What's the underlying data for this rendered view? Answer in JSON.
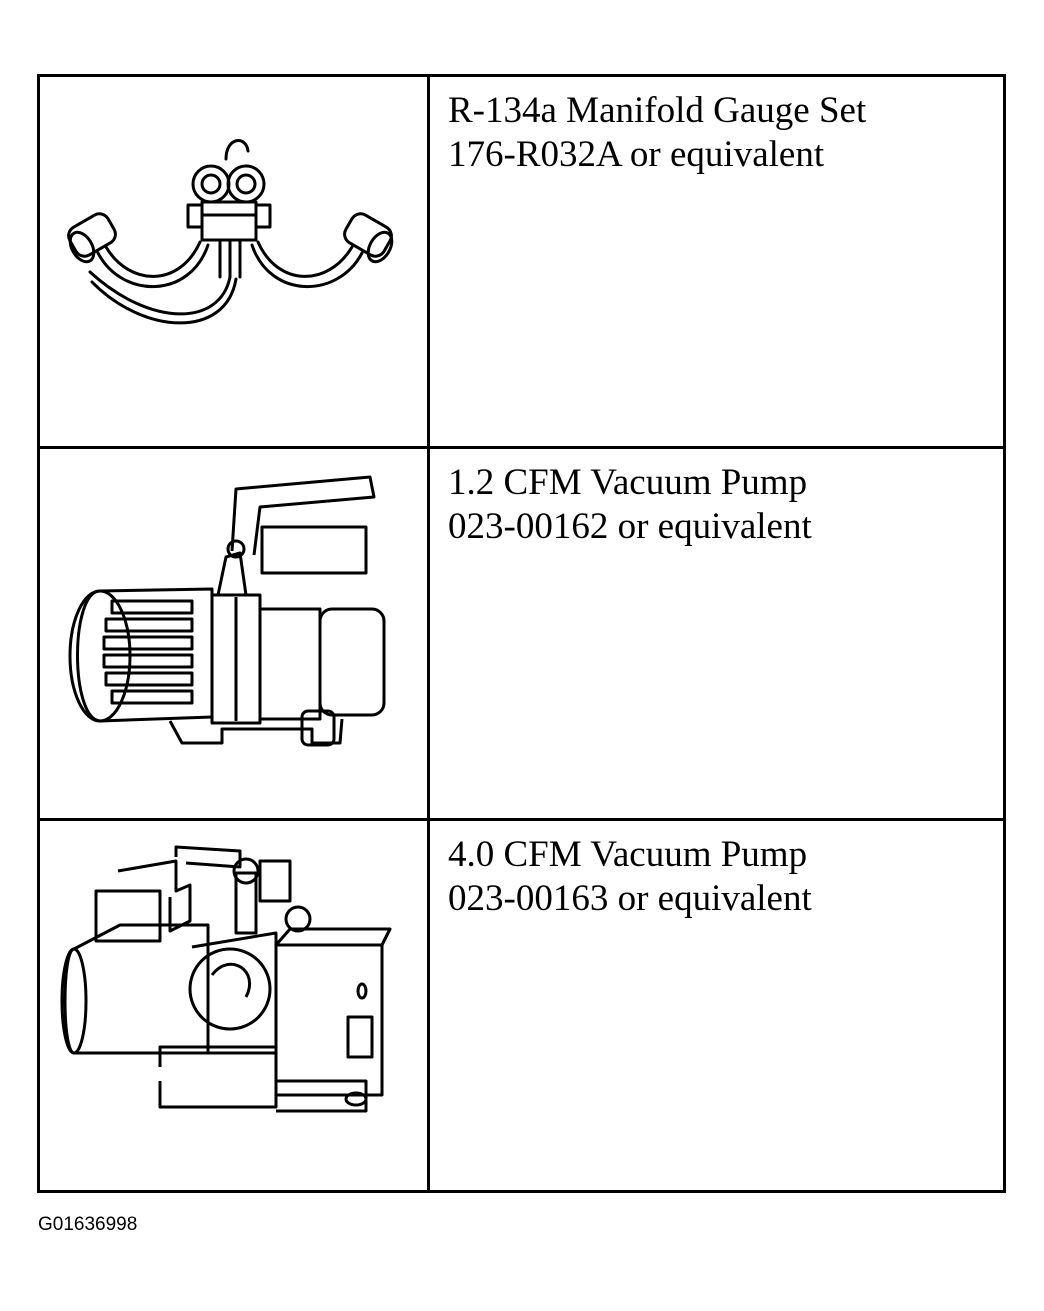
{
  "tools": [
    {
      "name": "R-134a Manifold Gauge Set",
      "part": "176-R032A or equivalent",
      "icon": "manifold-gauge-set-icon"
    },
    {
      "name": "1.2 CFM Vacuum Pump",
      "part": "023-00162 or equivalent",
      "icon": "vacuum-pump-small-icon"
    },
    {
      "name": "4.0 CFM Vacuum Pump",
      "part": "023-00163 or equivalent",
      "icon": "vacuum-pump-large-icon"
    }
  ],
  "figure_id": "G01636998"
}
